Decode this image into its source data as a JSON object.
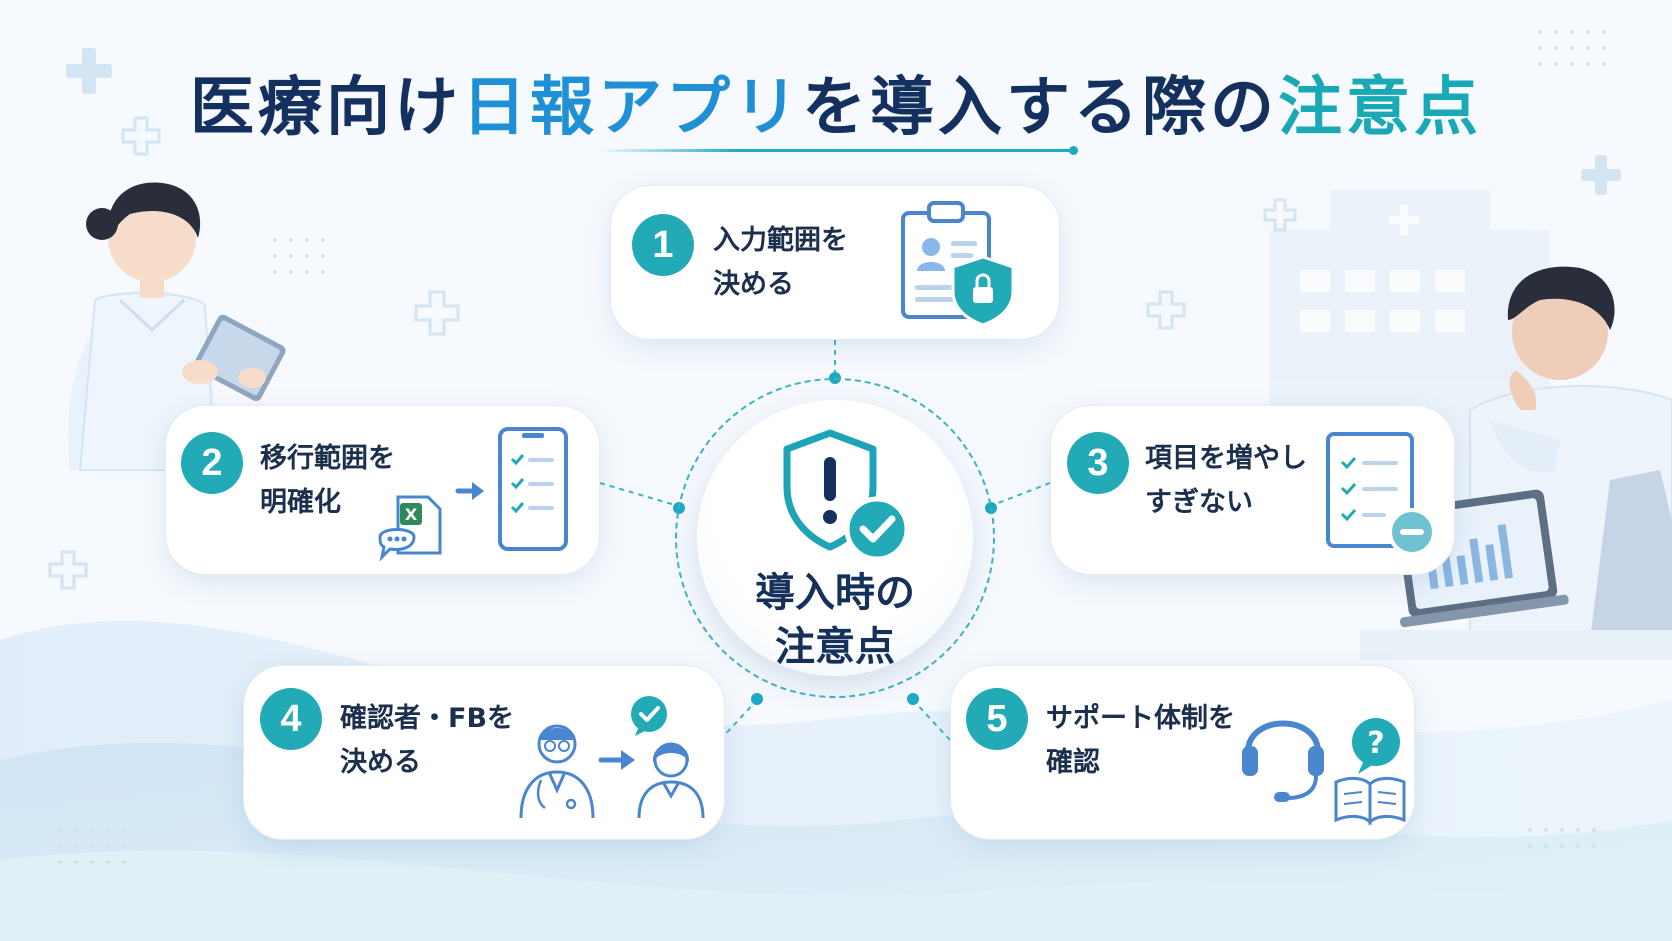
{
  "title": {
    "part1": "医療向け",
    "part2": "日報アプリ",
    "part3": "を導入する際の",
    "part4": "注意点"
  },
  "center": {
    "line1": "導入時の",
    "line2": "注意点",
    "icon": "shield-alert-check-icon"
  },
  "cards": [
    {
      "number": "1",
      "line1": "入力範囲を",
      "line2": "決める",
      "icon": "clipboard-lock-icon"
    },
    {
      "number": "2",
      "line1": "移行範囲を",
      "line2": "明確化",
      "icon": "excel-to-tablet-icon"
    },
    {
      "number": "3",
      "line1": "項目を増やし",
      "line2": "すぎない",
      "icon": "checklist-minus-icon"
    },
    {
      "number": "4",
      "line1": "確認者・FBを",
      "line2": "決める",
      "icon": "doctor-to-nurse-icon"
    },
    {
      "number": "5",
      "line1": "サポート体制を",
      "line2": "確認",
      "icon": "headset-help-icon"
    }
  ],
  "excel_glyph": "X",
  "help_glyph": "?",
  "colors": {
    "navy": "#14305e",
    "blue": "#1f8fd6",
    "teal": "#22aab6",
    "icon_blue": "#4a86cf"
  }
}
